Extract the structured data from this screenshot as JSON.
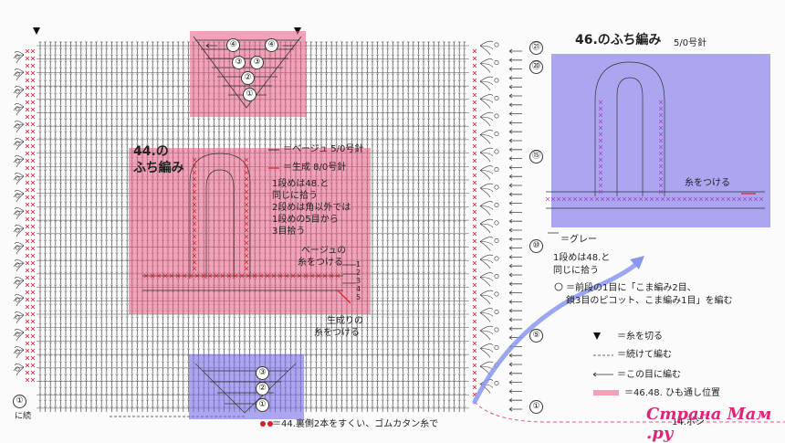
{
  "colors": {
    "pink_box": "#e85a82",
    "blue_box": "#786eeb",
    "red_x": "#d3202a",
    "stitch": "#333333",
    "arrow_blue": "#8a96f0",
    "watermark": "#e02478"
  },
  "left_panel": {
    "title_line1": "44.の",
    "title_line2": "ふち編み",
    "legend_beige": "＝ベージュ 5/0号針",
    "legend_kinari": "＝生成 8/0号針",
    "notes": [
      "1段めは48.と",
      "同じに拾う",
      "2段めは角以外では",
      "1段めの5目から",
      "3目拾う"
    ],
    "beige_attach": [
      "ベージュの",
      "糸をつける"
    ],
    "kinari_attach": [
      "生成りの",
      "糸をつける"
    ],
    "small_rows": [
      "1",
      "2",
      "3",
      "4",
      "5"
    ],
    "top_rows": [
      "④",
      "④",
      "③",
      "③",
      "②",
      "①"
    ],
    "bottom_rows": [
      "③",
      "②",
      "①"
    ]
  },
  "right_panel": {
    "title": "46.のふち編み",
    "needle": "5/0号針",
    "attach": "糸をつける",
    "grey": "＝グレー",
    "note_line1": "1段めは48.と",
    "note_line2": "同じに拾う",
    "picot_line1": "＝前段の1目に「こま編み2目、",
    "picot_line2": "鎖3目のピコット、こま編み1目」を編む"
  },
  "center_rows": [
    "㉑",
    "⑳",
    "⑮",
    "⑩",
    "⑤",
    "①"
  ],
  "left_edge_circle": "①",
  "left_edge_text": "に続",
  "legend": {
    "cut": "＝糸を切る",
    "continue": "＝続けて編む",
    "into": "＝この目に編む",
    "cord": "＝46.48. ひも通し位置"
  },
  "bottom_note": "＝44.裏側2本をすくい、ゴムカタン糸で",
  "bottom_right_fragment": "14.ポシ",
  "watermark": "Страна Мам .ру"
}
